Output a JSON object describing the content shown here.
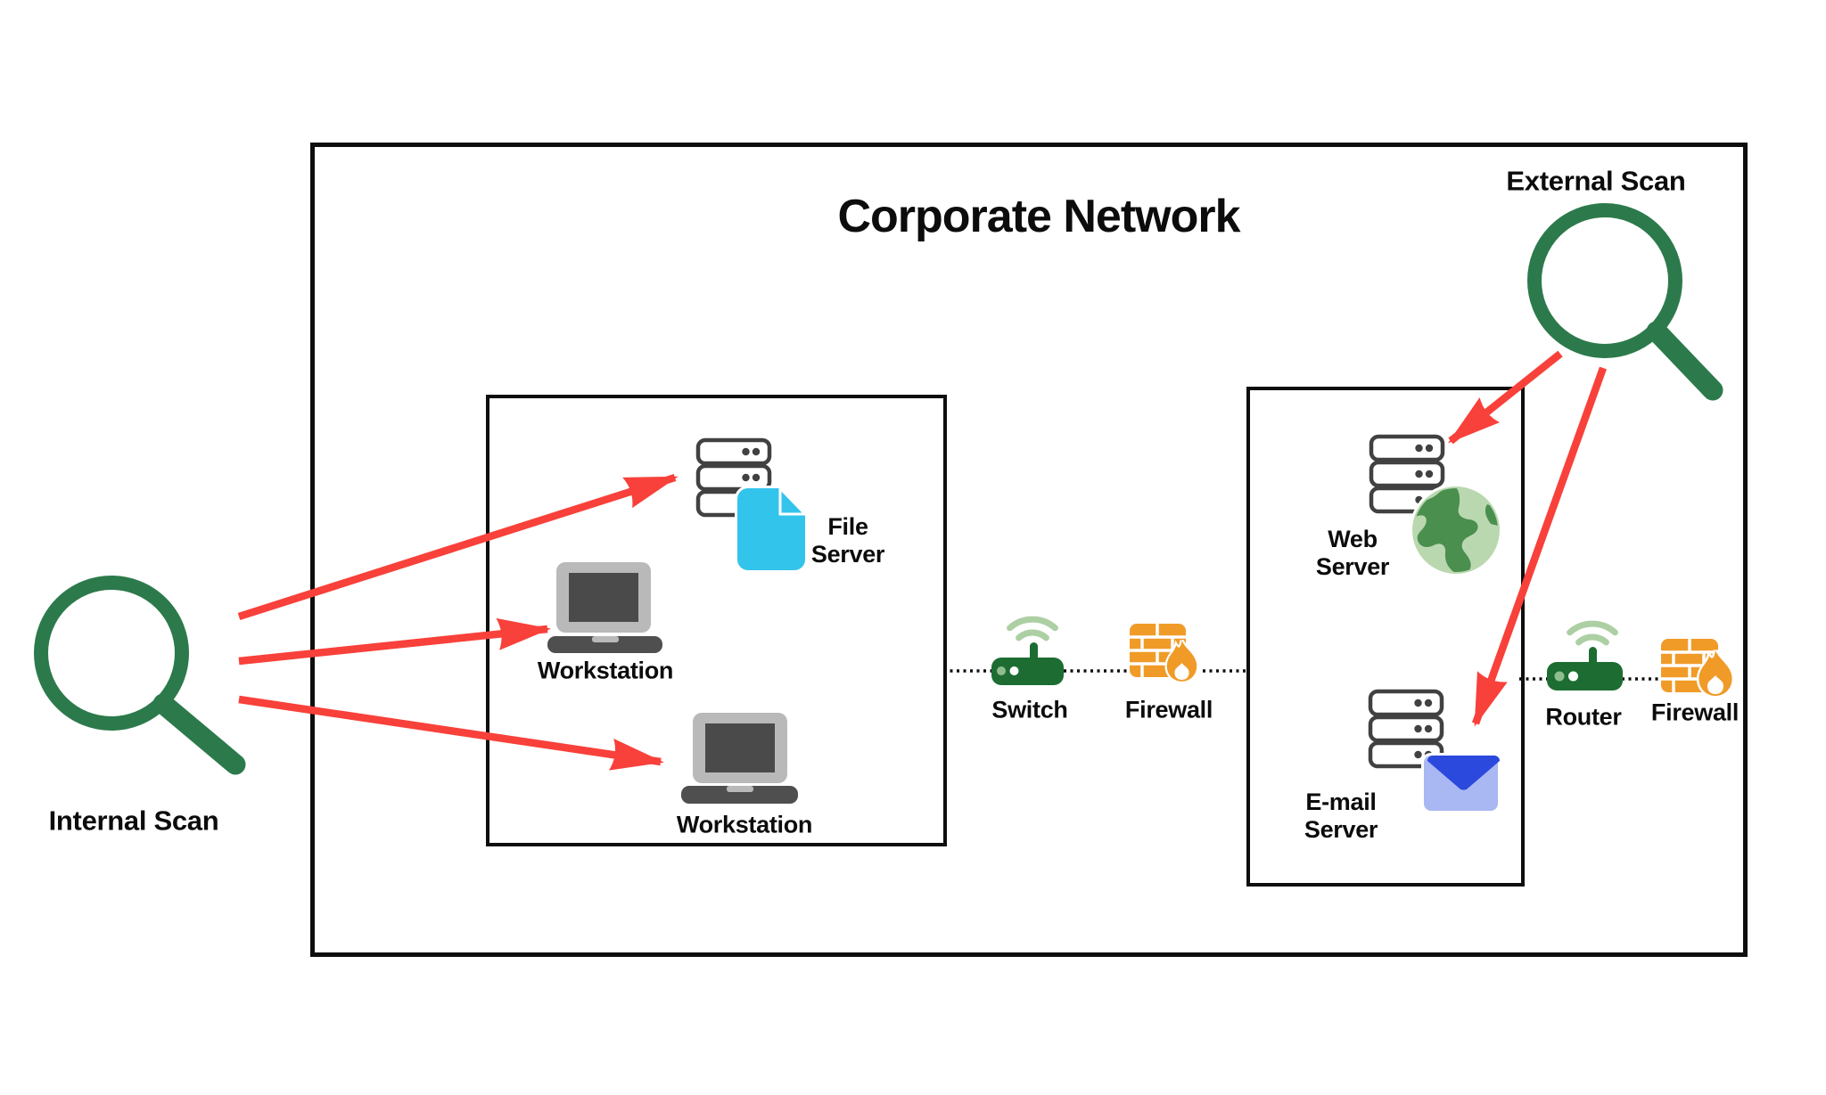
{
  "diagram": {
    "title": "Corporate Network",
    "external_scan_label": "External Scan",
    "internal_scan_label": "Internal Scan",
    "lan": {
      "file_server_label": "File\nServer",
      "workstation_top_label": "Workstation",
      "workstation_bottom_label": "Workstation"
    },
    "perimeter": {
      "switch_label": "Switch",
      "firewall_label": "Firewall"
    },
    "dmz": {
      "web_server_label": "Web\nServer",
      "email_server_label": "E-mail\nServer"
    },
    "edge": {
      "router_label": "Router",
      "firewall_label": "Firewall"
    },
    "colors": {
      "scanner_green": "#2c7a4b",
      "device_green": "#1d6d33",
      "wifi_light_green": "#accfa4",
      "alert_red": "#f8413a",
      "firewall_orange": "#f09b28",
      "file_cyan": "#33c4ec",
      "globe_light": "#bad8b0",
      "globe_dark": "#4a8f4e",
      "mail_flap_blue": "#2b49dd",
      "mail_body_blue": "#a9b8f2",
      "rack_gray": "#414141",
      "laptop_light": "#b9b9b9",
      "laptop_dark": "#4a4a4a",
      "line_black": "#0e0e0e"
    }
  }
}
